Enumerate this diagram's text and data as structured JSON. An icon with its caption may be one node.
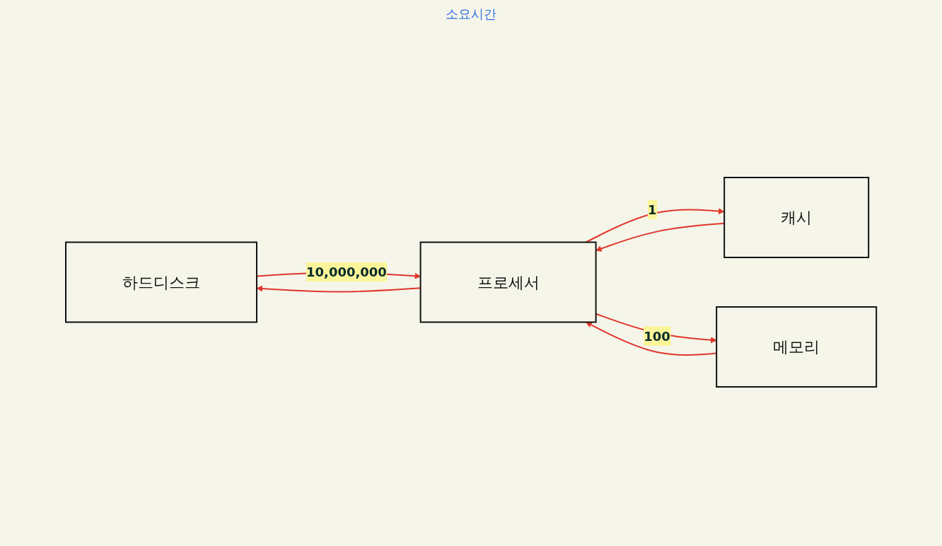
{
  "diagram": {
    "nodes": [
      {
        "text": [
          "하드디스크"
        ]
      },
      {
        "text": [
          "프로세서"
        ]
      },
      {
        "text": [
          "캐시"
        ]
      },
      {
        "text": [
          "메모리"
        ]
      }
    ],
    "edges": [
      {
        "from": 0,
        "to": 1,
        "arrow": "to",
        "label": "10,000,000"
      },
      {
        "from": 1,
        "to": 0,
        "arrow": "to"
      },
      {
        "from": 1,
        "to": 2,
        "arrow": "to",
        "label": "1"
      },
      {
        "from": 2,
        "to": 1,
        "arrow": "to"
      },
      {
        "from": 3,
        "to": 1,
        "arrow": "to"
      },
      {
        "from": 1,
        "to": 3,
        "arrow": "to",
        "label": "100"
      }
    ],
    "labels": [
      "소요시간"
    ]
  }
}
